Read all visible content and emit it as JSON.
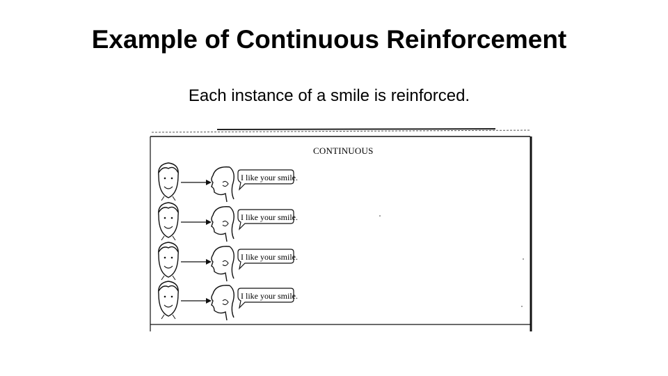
{
  "slide": {
    "title": "Example of Continuous Reinforcement",
    "subtitle": "Each instance of a smile is reinforced."
  },
  "figure": {
    "heading": "CONTINUOUS",
    "bubbles": [
      {
        "text": "I like your smile."
      },
      {
        "text": "I like your smile."
      },
      {
        "text": "I like your smile."
      },
      {
        "text": "I like your smile."
      }
    ]
  }
}
